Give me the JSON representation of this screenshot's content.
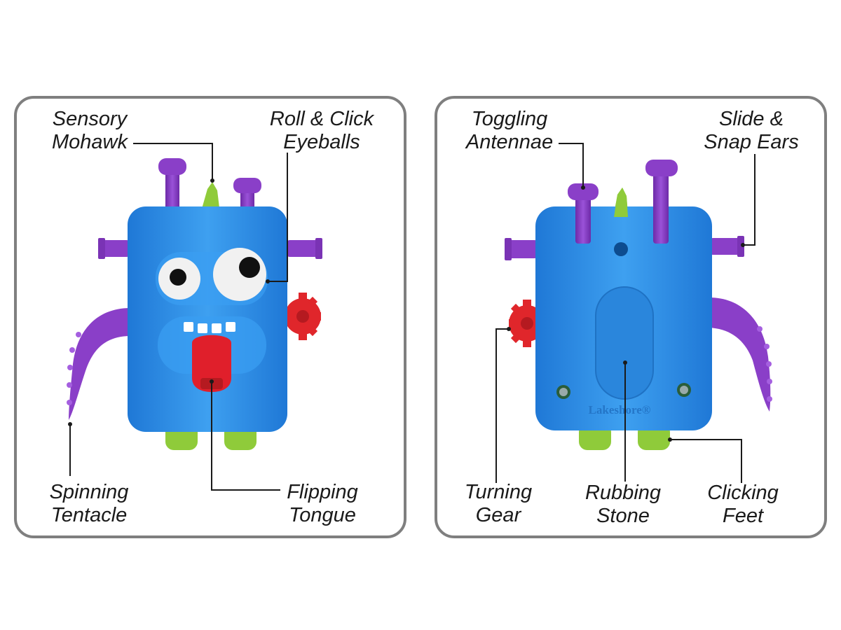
{
  "colors": {
    "body_blue": "#2f8fe6",
    "purple": "#8a3fc8",
    "green": "#8fcb3a",
    "gear_red": "#e0262b",
    "tongue_red": "#e01f2b",
    "panel_border": "#7f7f7f"
  },
  "front": {
    "mohawk": [
      "Sensory",
      "Mohawk"
    ],
    "eyeballs": [
      "Roll & Click",
      "Eyeballs"
    ],
    "tentacle": [
      "Spinning",
      "Tentacle"
    ],
    "tongue": [
      "Flipping",
      "Tongue"
    ]
  },
  "back": {
    "antennae": [
      "Toggling",
      "Antennae"
    ],
    "ears": [
      "Slide &",
      "Snap Ears"
    ],
    "gear": [
      "Turning",
      "Gear"
    ],
    "stone": [
      "Rubbing",
      "Stone"
    ],
    "feet": [
      "Clicking",
      "Feet"
    ],
    "brand": "Lakeshore®"
  }
}
